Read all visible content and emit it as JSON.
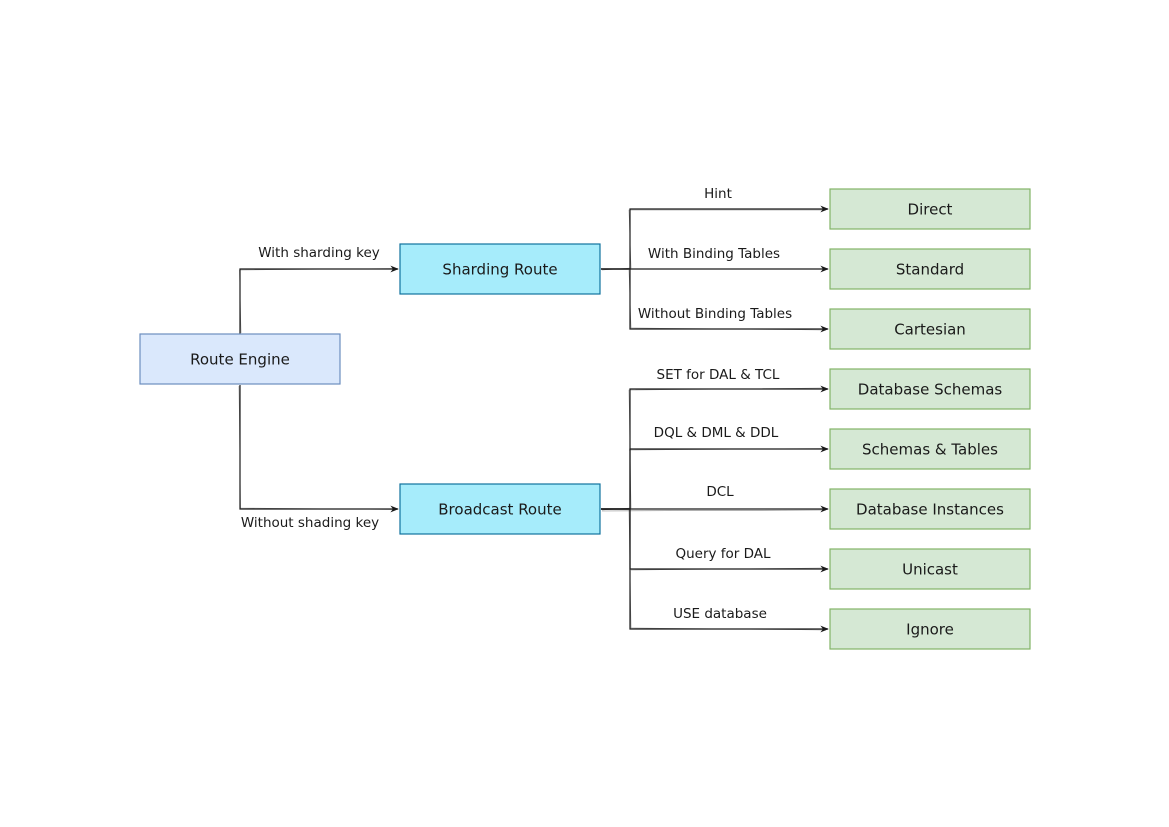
{
  "colors": {
    "root_fill": "#dae8fc",
    "root_stroke": "#6c8ebf",
    "route_fill": "#a6ecfb",
    "route_stroke": "#10739e",
    "leaf_fill": "#d5e8d4",
    "leaf_stroke": "#82b366",
    "edge": "#1a1a1a"
  },
  "nodes": {
    "route_engine": "Route Engine",
    "sharding_route": "Sharding Route",
    "broadcast_route": "Broadcast Route",
    "direct": "Direct",
    "standard": "Standard",
    "cartesian": "Cartesian",
    "database_schemas": "Database Schemas",
    "schemas_tables": "Schemas & Tables",
    "database_instances": "Database Instances",
    "unicast": "Unicast",
    "ignore": "Ignore"
  },
  "edges": {
    "with_sharding_key": "With sharding key",
    "without_shading_key": "Without shading key",
    "hint": "Hint",
    "with_binding_tables": "With Binding Tables",
    "without_binding_tables": "Without Binding Tables",
    "set_for_dal_tcl": "SET for DAL & TCL",
    "dql_dml_ddl": "DQL & DML & DDL",
    "dcl": "DCL",
    "query_for_dal": "Query for DAL",
    "use_database": "USE database"
  }
}
